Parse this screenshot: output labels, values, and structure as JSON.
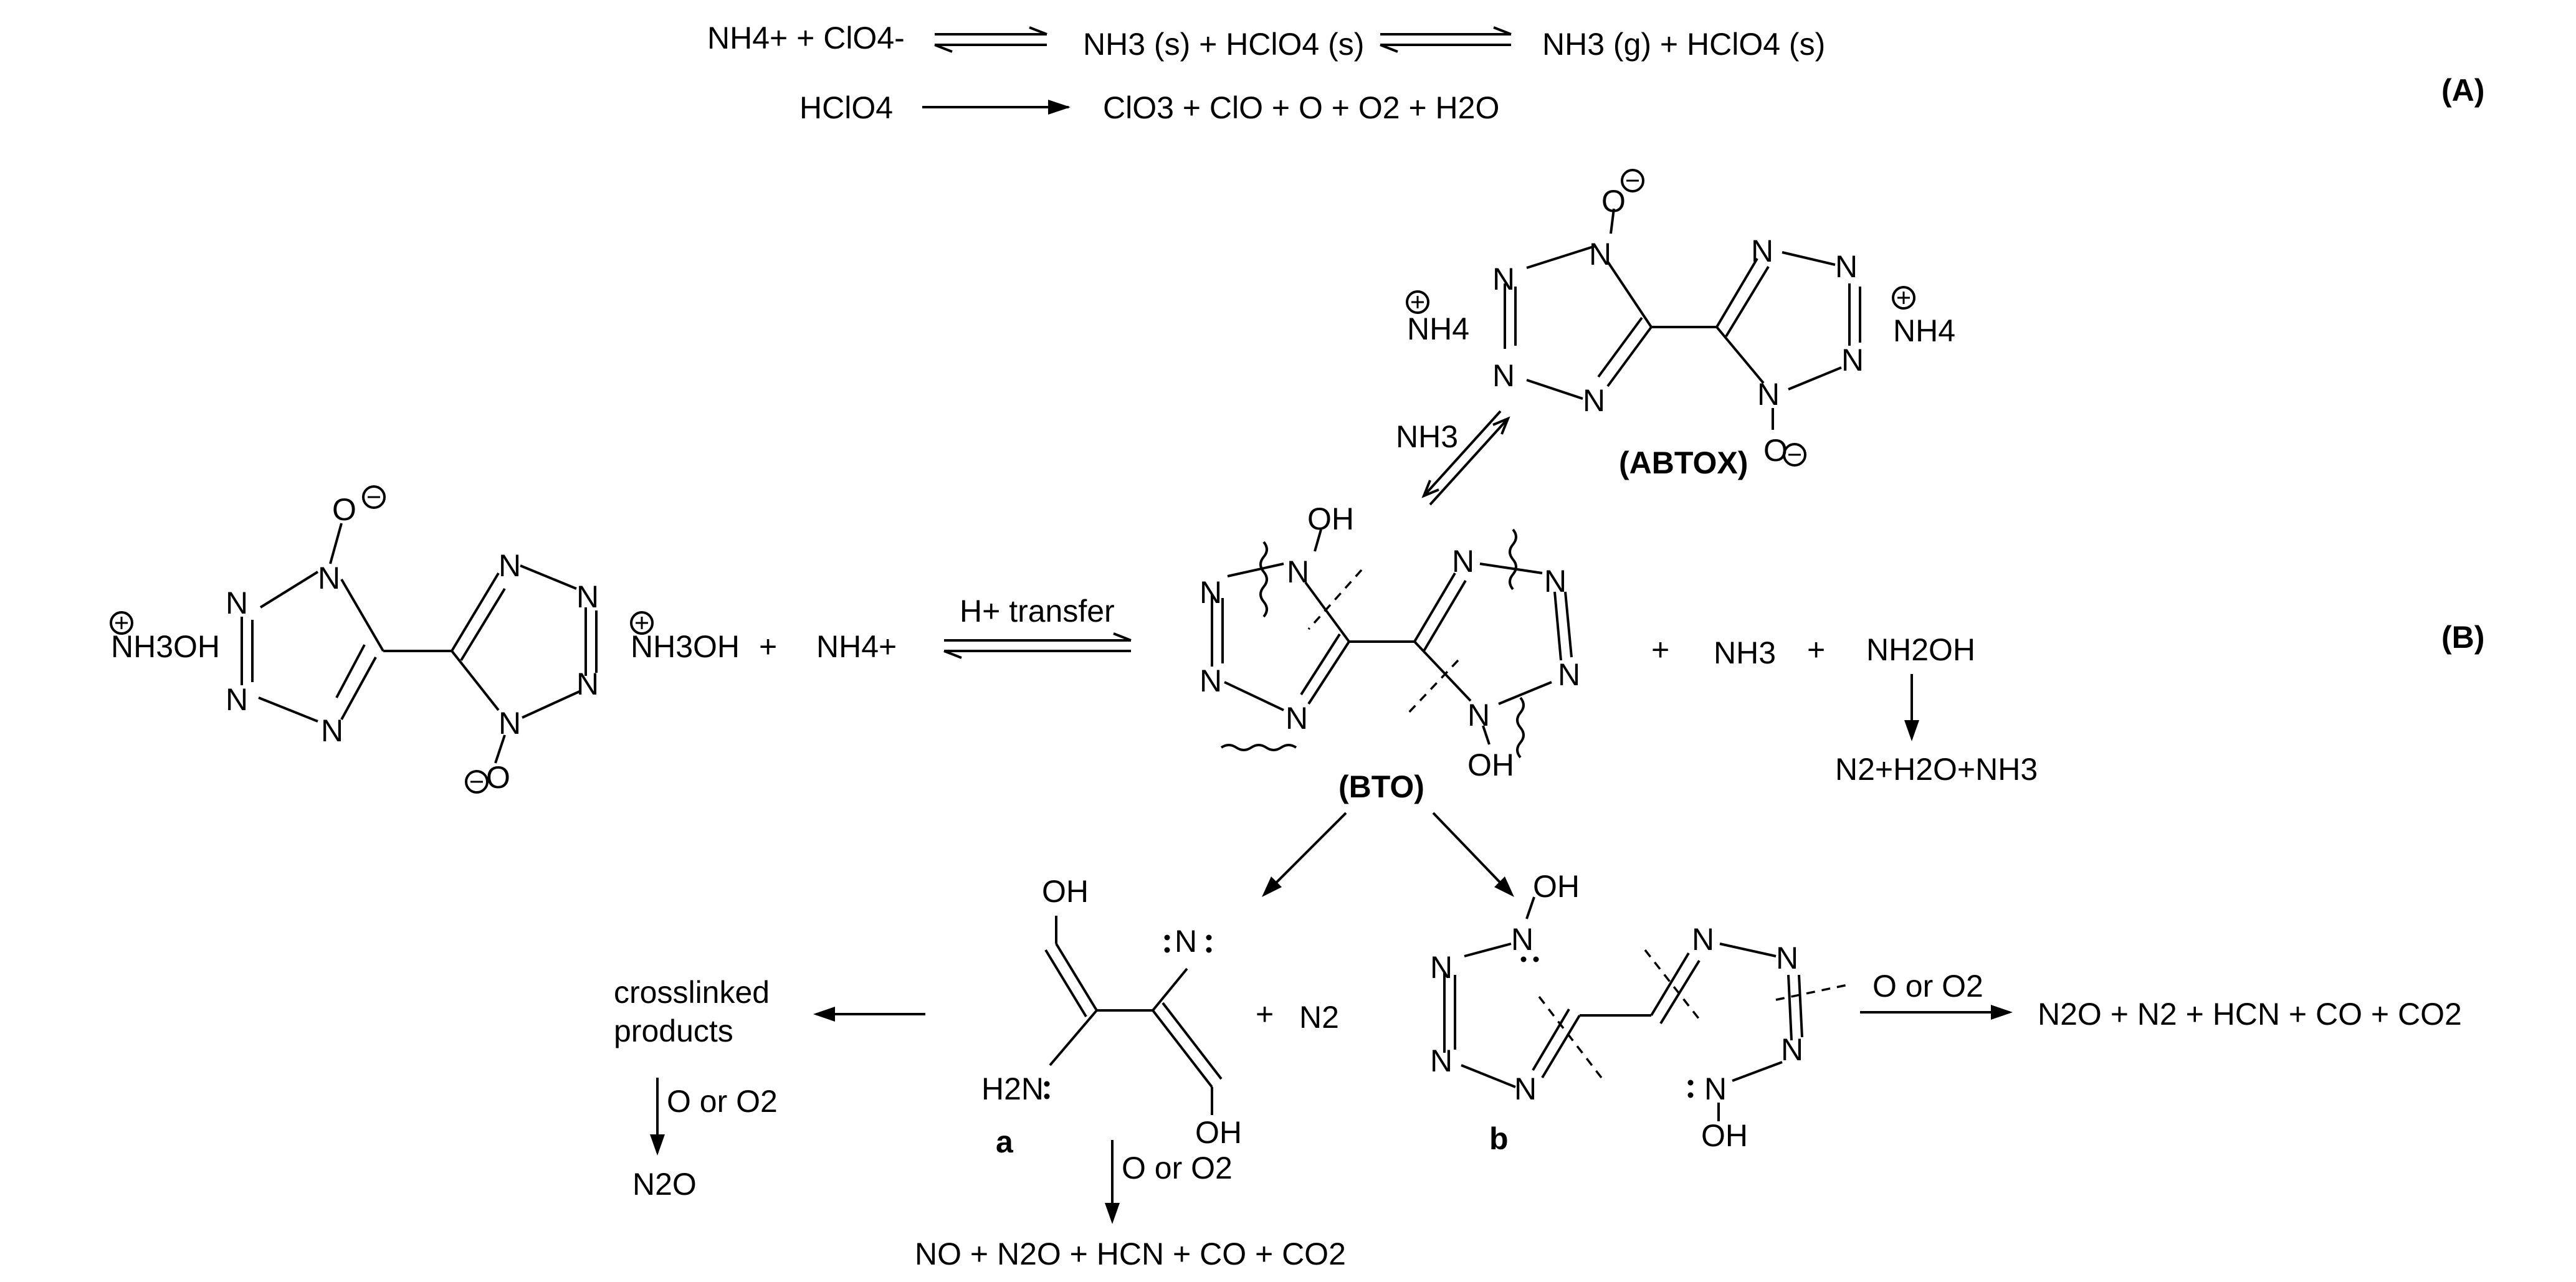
{
  "reaction_A": {
    "eq1_left": "NH4+ + ClO4-",
    "eq1_mid": "NH3 (s) + HClO4 (s)",
    "eq1_right": "NH3 (g) + HClO4 (s)",
    "eq2_left": "HClO4",
    "eq2_right": "ClO3 + ClO + O + O2 + H2O",
    "label": "(A)"
  },
  "reaction_B": {
    "label": "(B)",
    "reactant_cation_left": "NH3OH",
    "reactant_cation_right": "NH3OH",
    "plus_nh4": "NH4+",
    "transfer_label": "H+ transfer",
    "abtox_label": "(ABTOX)",
    "abtox_cation": "NH4",
    "nh3_reagent": "NH3",
    "bto_label": "(BTO)",
    "byproduct_nh3": "NH3",
    "byproduct_nh2oh": "NH2OH",
    "nh2oh_products": "N2+H2O+NH3",
    "intermediate_a_label": "a",
    "intermediate_b_label": "b",
    "plus_n2": "N2",
    "crosslinked": "crosslinked products",
    "oxidant": "O or O2",
    "crosslinked_product": "N2O",
    "a_products": "NO + N2O + HCN + CO + CO2",
    "b_products": "N2O + N2 + HCN + CO + CO2"
  },
  "atoms": {
    "N": "N",
    "O": "O",
    "OH": "OH",
    "H2N": "H2N",
    "minus_charge": "−",
    "plus_charge": "+"
  }
}
